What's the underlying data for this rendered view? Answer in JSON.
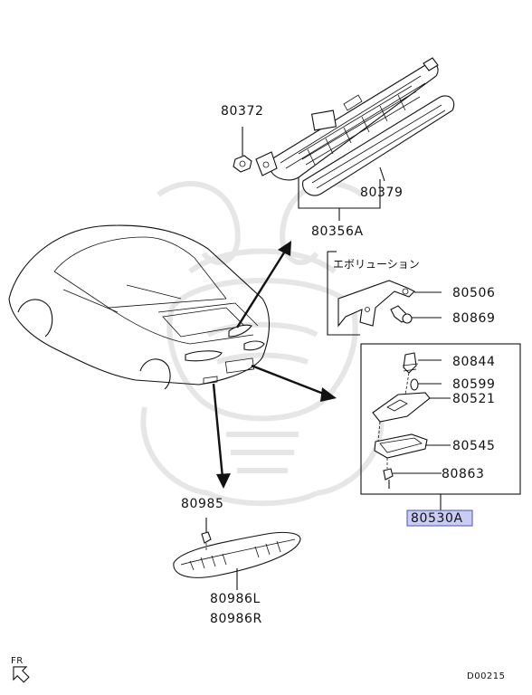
{
  "labels": {
    "p80372": "80372",
    "p80379": "80379",
    "p80356A": "80356A",
    "jp_evolution": "エボリューション",
    "p80506": "80506",
    "p80869": "80869",
    "p80844": "80844",
    "p80599": "80599",
    "p80521": "80521",
    "p80545": "80545",
    "p80863": "80863",
    "p80530A": "80530A",
    "p80985": "80985",
    "p80986L": "80986L",
    "p80986R": "80986R",
    "fr": "FR",
    "diagram_code": "D00215"
  },
  "colors": {
    "highlight_fill": "#c9cdf2",
    "highlight_border": "#4a52b8",
    "line": "#111111",
    "watermark": "#e6e6e6"
  }
}
